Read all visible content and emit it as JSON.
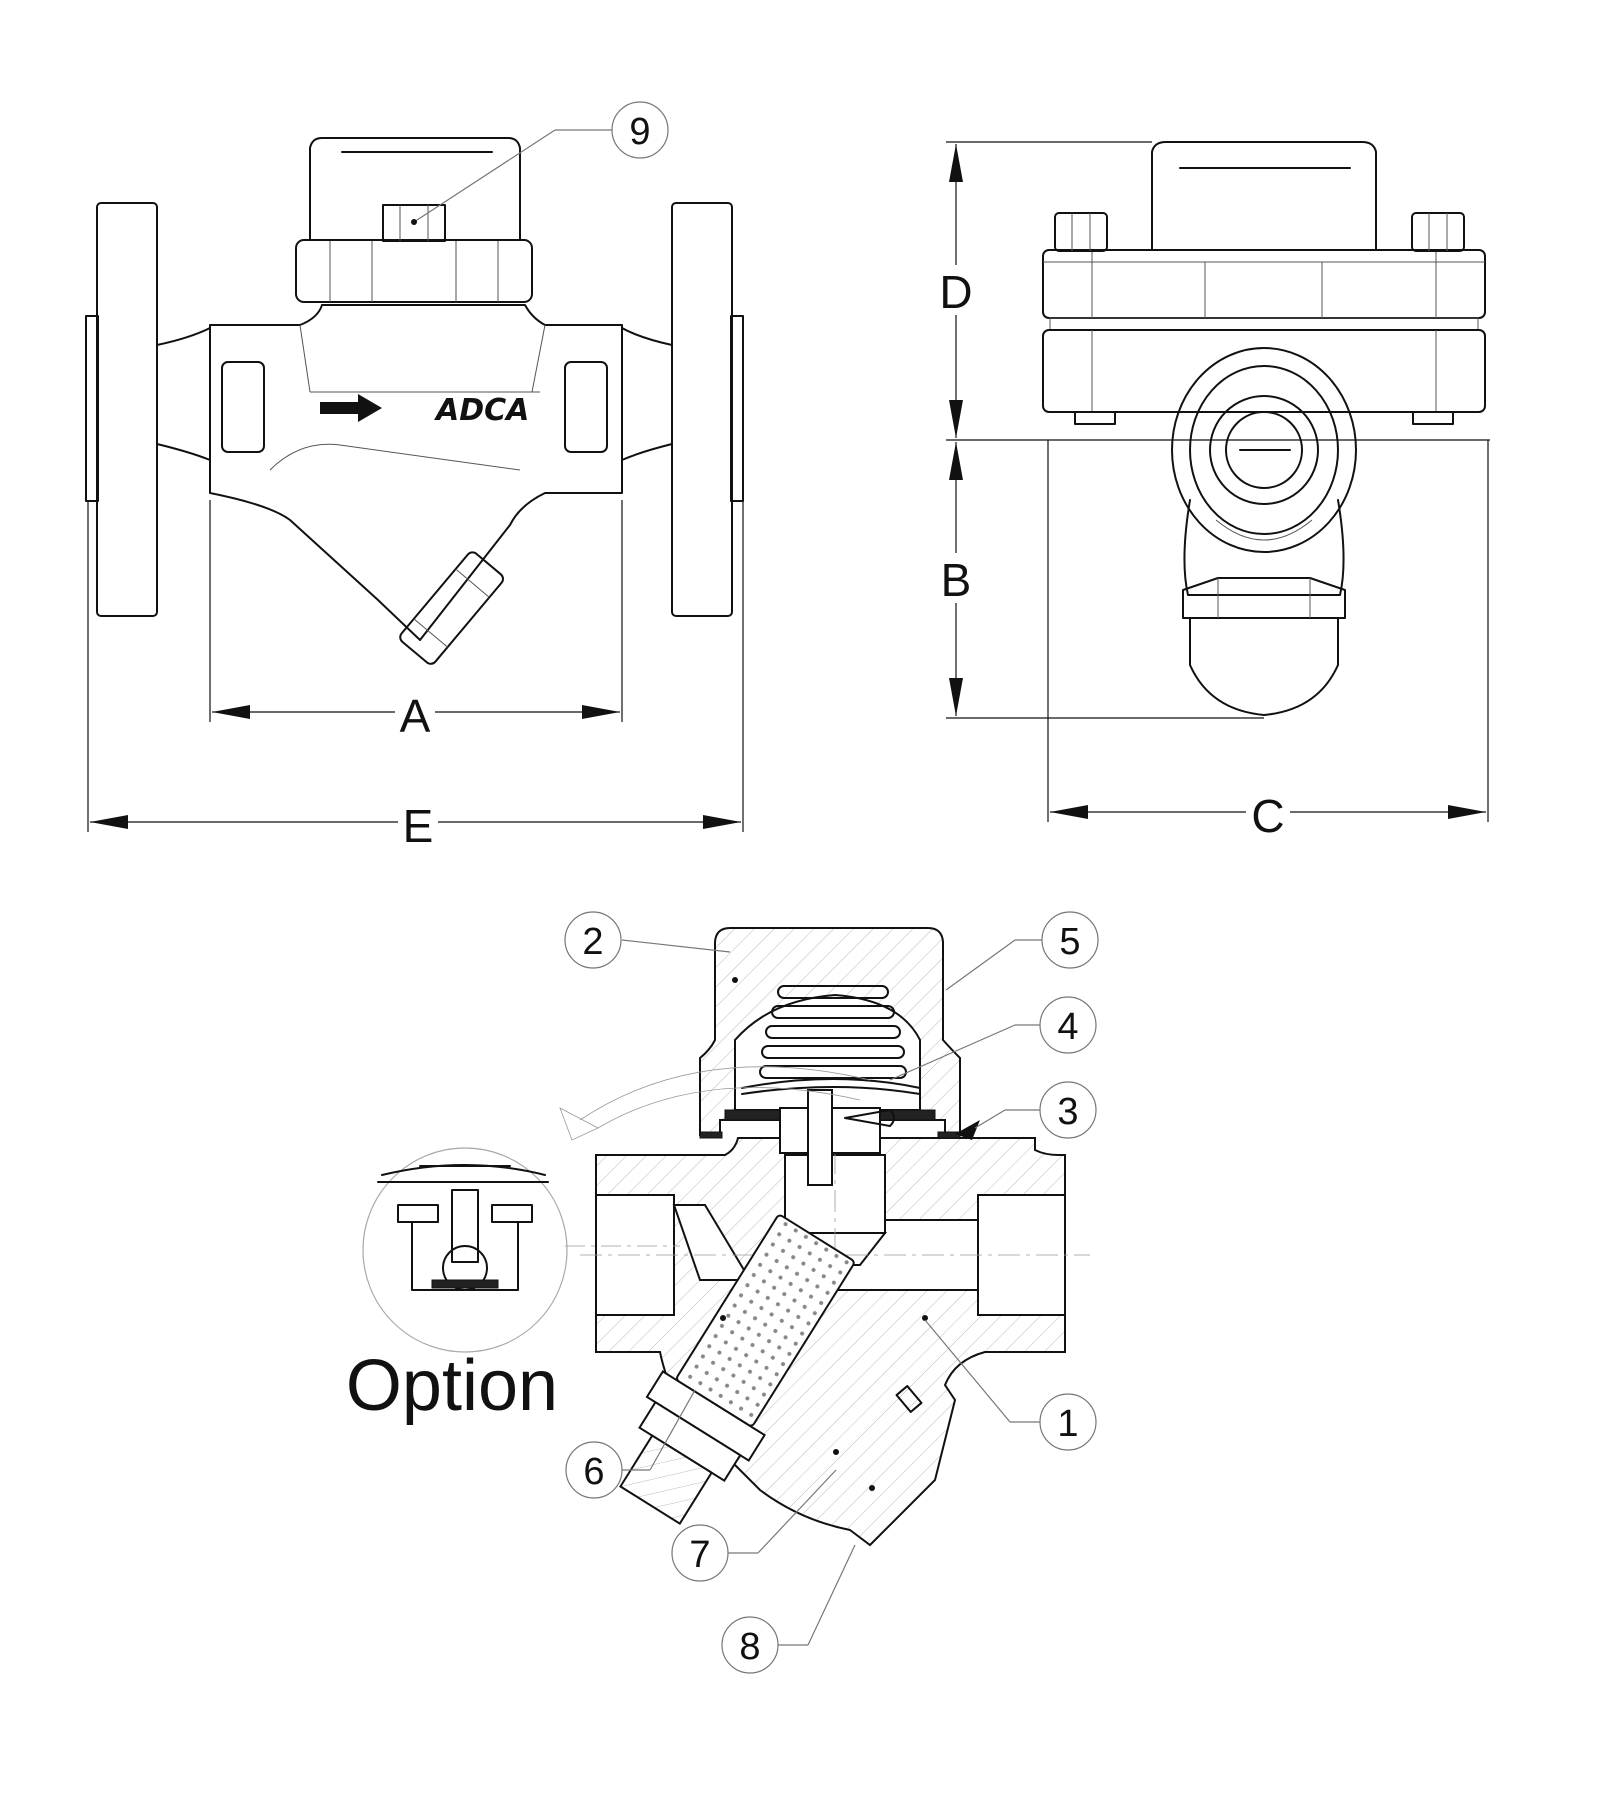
{
  "dimensions": {
    "a": "A",
    "b": "B",
    "c": "C",
    "d": "D",
    "e": "E"
  },
  "callouts": {
    "p1": "1",
    "p2": "2",
    "p3": "3",
    "p4": "4",
    "p5": "5",
    "p6": "6",
    "p7": "7",
    "p8": "8",
    "p9": "9"
  },
  "brand_mark": "ADCA",
  "option_label": "Option"
}
